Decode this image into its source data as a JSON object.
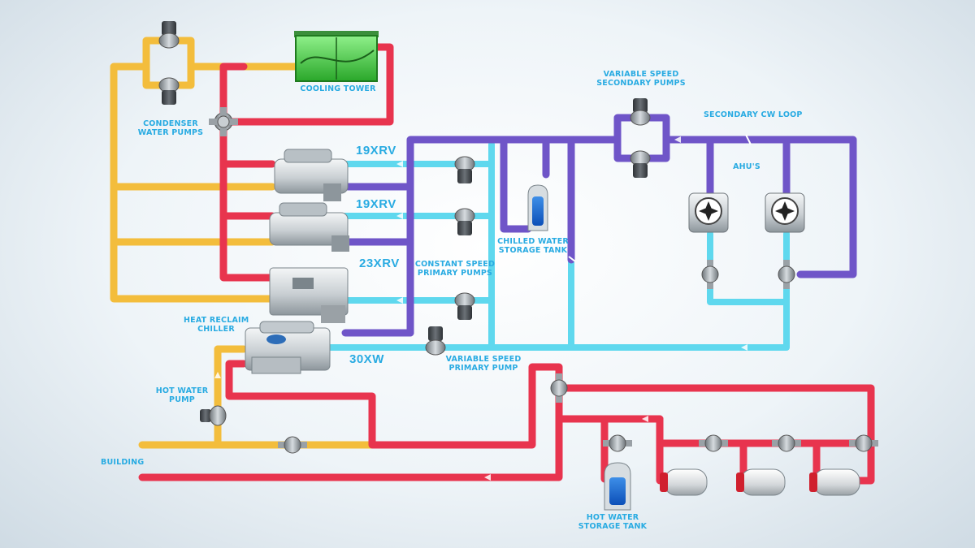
{
  "labels": {
    "cooling_tower": "COOLING TOWER",
    "condenser_water_pumps_1": "CONDENSER",
    "condenser_water_pumps_2": "WATER PUMPS",
    "variable_speed_secondary_pumps_1": "VARIABLE SPEED",
    "variable_speed_secondary_pumps_2": "SECONDARY PUMPS",
    "secondary_cw_loop": "SECONDARY CW LOOP",
    "ahus": "AHU'S",
    "chilled_water_storage_tank_1": "CHILLED WATER",
    "chilled_water_storage_tank_2": "STORAGE TANK",
    "constant_speed_primary_pumps_1": "CONSTANT SPEED",
    "constant_speed_primary_pumps_2": "PRIMARY PUMPS",
    "heat_reclaim_chiller_1": "HEAT RECLAIM",
    "heat_reclaim_chiller_2": "CHILLER",
    "variable_speed_primary_pump_1": "VARIABLE SPEED",
    "variable_speed_primary_pump_2": "PRIMARY PUMP",
    "hot_water_pump_1": "HOT WATER",
    "hot_water_pump_2": "PUMP",
    "building": "BUILDING",
    "hot_water_storage_tank_1": "HOT WATER",
    "hot_water_storage_tank_2": "STORAGE TANK"
  },
  "chillers": {
    "chiller_1": "19XRV",
    "chiller_2": "19XRV",
    "chiller_3": "23XRV",
    "chiller_4": "30XW"
  },
  "colors": {
    "condenser_water": "#f3bd3c",
    "hot_water": "#e8344e",
    "primary_chilled_water": "#5fd8ee",
    "return_chilled_water": "#6f55c8",
    "label": "#29abe2"
  }
}
